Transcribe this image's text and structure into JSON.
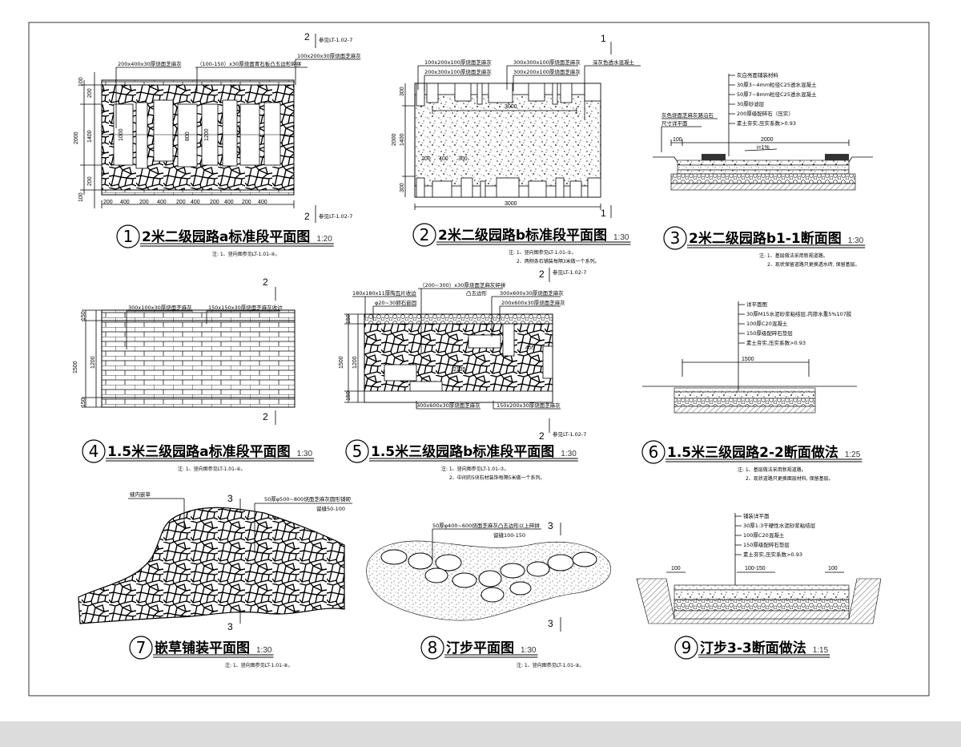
{
  "drawings": [
    {
      "num": "1",
      "title": "2米二级园路a标准段平面图",
      "scale": "1:20",
      "notes": [
        "注: 1、竖向图参见LT-1.01-④。"
      ],
      "labels": [
        "200x400x30厚烧面芝麻灰",
        "（100-150）x30厚烧面青石板凸五边形碎拼",
        "100x200x30厚烧面芝麻灰"
      ],
      "section_mark": "2",
      "ref": "参见LT-1.02-7",
      "dims_v": [
        "100",
        "200",
        "1400",
        "200",
        "100",
        "2000"
      ],
      "dims_h": [
        "200",
        "400",
        "200",
        "400",
        "200",
        "400",
        "200",
        "400",
        "200",
        "400"
      ],
      "inner_dims": [
        "1000",
        "800",
        "1200"
      ]
    },
    {
      "num": "2",
      "title": "2米二级园路b标准段平面图",
      "scale": "1:30",
      "notes": [
        "注: 1、竖向图参见LT-1.01-⑤。",
        "2、两侧条石铺装每隔3米做一个系列。"
      ],
      "labels": [
        "100x200x100厚烧面芝麻灰",
        "200x300x100厚烧面芝麻灰",
        "300x300x100厚烧面芝麻灰",
        "300x200x100厚烧面芝麻灰",
        "深灰色透水混凝土"
      ],
      "section_mark": "1",
      "dims_v": [
        "300",
        "1400",
        "300",
        "2000"
      ],
      "dims_h": [
        "3000",
        "3000",
        "200",
        "400",
        "300"
      ]
    },
    {
      "num": "3",
      "title": "2米二级园路b1-1断面图",
      "scale": "1:30",
      "notes": [
        "注: 1、基层做法采用新规道路。",
        "2、现状保留道路只更换透水砖, 保留基层。"
      ],
      "labels": [
        "灰色烧面芝麻灰路沿石",
        "尺寸详平面",
        "灰白亮面铺装材料",
        "30厚3~4mm粒径C25透水混凝土",
        "50厚7~8mm粒径C25透水混凝土",
        "30厚砂滤层",
        "200厚级配碎石（压实）",
        "素土夯实,压实系数>0.93"
      ],
      "dims": [
        "100",
        "2000",
        "i=1%"
      ]
    },
    {
      "num": "4",
      "title": "1.5米三级园路a标准段平面图",
      "scale": "1:30",
      "notes": [
        "注: 1、竖向图参见LT-1.01-⑥。"
      ],
      "labels": [
        "300x100x30厚烧面芝麻灰",
        "150x150x30厚烧面芝麻灰收边"
      ],
      "section_mark": "2",
      "dims_v": [
        "150",
        "1200",
        "150",
        "1500"
      ]
    },
    {
      "num": "5",
      "title": "1.5米三级园路b标准段平面图",
      "scale": "1:30",
      "notes": [
        "注: 1、竖向图参见LT-1.01-⑦。",
        "2、中间的5块石材装饰每隔5米做一个系列。"
      ],
      "labels": [
        "180x180x11厚陶瓦片收边",
        "φ20~30卵石嵌固",
        "（200~300）x30厚烧面芝麻灰碎拼",
        "凸五边形",
        "300x600x30厚烧面芝麻灰",
        "200x600x30厚烧面芝麻灰",
        "300x600x30厚烧面芝麻灰",
        "150x200x30厚烧面芝麻灰"
      ],
      "section_mark": "2",
      "ref": "参见LT-1.02-7",
      "dims_v": [
        "150",
        "1200",
        "150",
        "1500"
      ],
      "inner_dims": [
        "2135",
        "455"
      ]
    },
    {
      "num": "6",
      "title": "1.5米三级园路2-2断面做法",
      "scale": "1:25",
      "notes": [
        "注: 1、基层做法采用新规道路。",
        "2、现状道路只更换面层材料, 保留基层。"
      ],
      "labels": [
        "详平面图",
        "30厚M15水泥砂浆粘结层,内掺水重5%107胶",
        "100厚C20混凝土",
        "150厚级配碎石垫层",
        "素土夯实,压实系数>0.93"
      ],
      "dims": [
        "1500"
      ]
    },
    {
      "num": "7",
      "title": "嵌草铺装平面图",
      "scale": "1:30",
      "notes": [
        "注: 1、竖向图参见LT-1.01-⑧。"
      ],
      "labels": [
        "缝内嵌草",
        "50厚φ500~800烧面芝麻灰圆形铺砌",
        "留缝50-100"
      ],
      "section_mark": "3"
    },
    {
      "num": "8",
      "title": "汀步平面图",
      "scale": "1:30",
      "notes": [
        "注: 1、竖向图参见LT-1.01-⑨。"
      ],
      "labels": [
        "50厚φ400~600烧面芝麻灰凸五边形以上碎拼",
        "留缝100-150"
      ],
      "section_mark": "3"
    },
    {
      "num": "9",
      "title": "汀步3-3断面做法",
      "scale": "1:15",
      "notes": [],
      "labels": [
        "铺装详平面",
        "30厚1:3干硬性水泥砂浆粘结层",
        "100厚C20混凝土",
        "150厚级配碎石垫层",
        "素土夯实,压实系数>0.93"
      ],
      "dims": [
        "100",
        "100-150",
        "100"
      ]
    }
  ]
}
